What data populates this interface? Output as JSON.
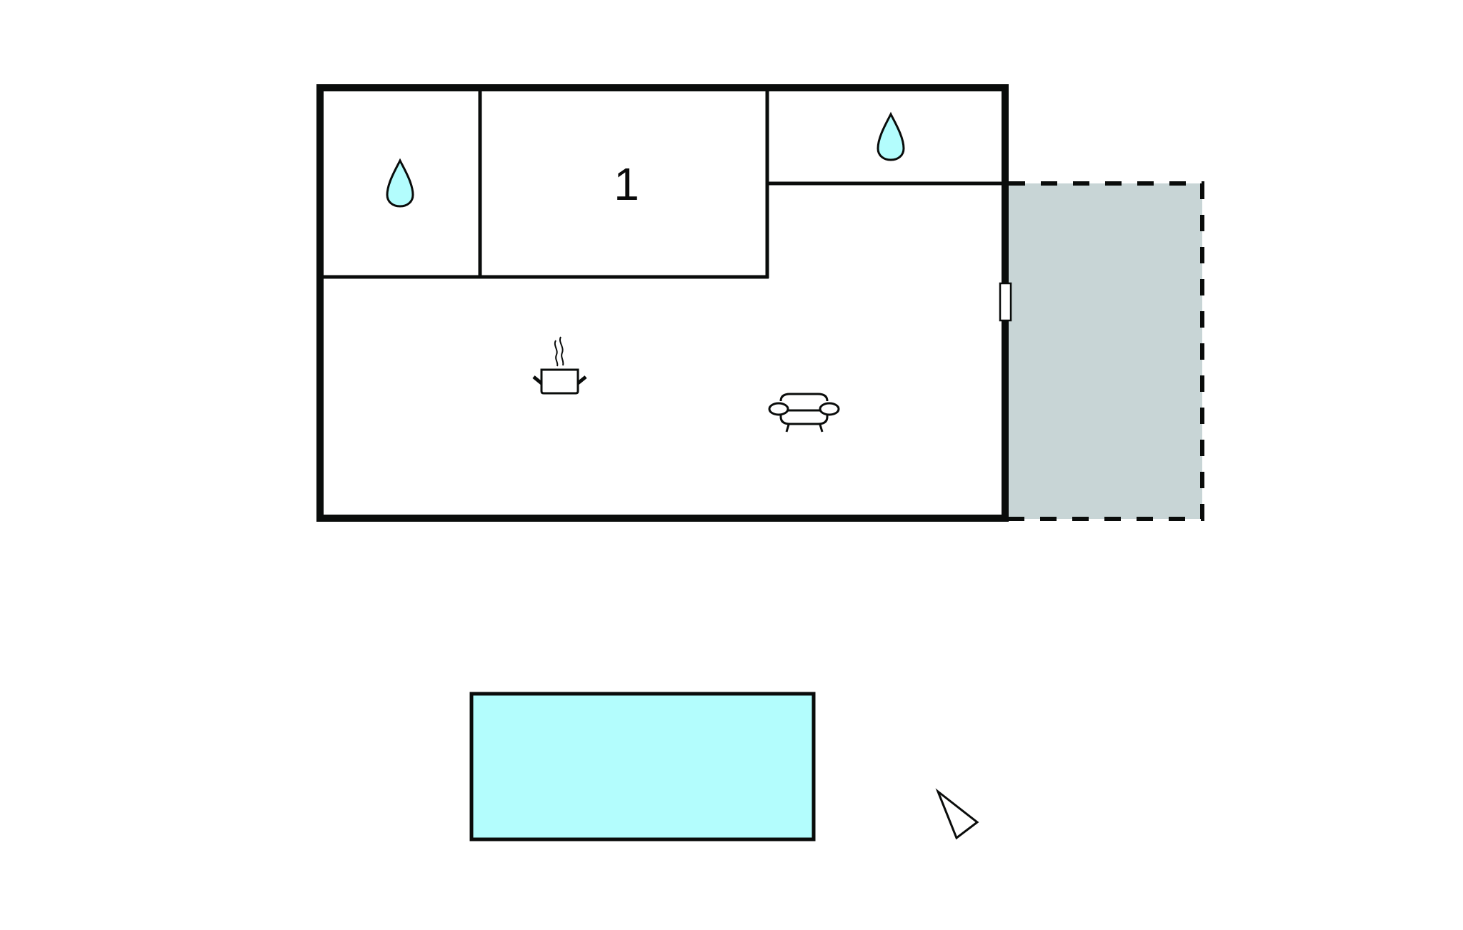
{
  "diagram": {
    "type": "floor-plan",
    "colors": {
      "wall": "#0a0c0b",
      "background": "#ffffff",
      "water": "#b3fdfd",
      "terrace": "#c8d5d6"
    },
    "rooms": [
      {
        "id": "bathroom-1",
        "icon": "water-drop-icon"
      },
      {
        "id": "bedroom-1",
        "label": "1"
      },
      {
        "id": "bathroom-2",
        "icon": "water-drop-icon"
      },
      {
        "id": "living-kitchen",
        "icons": [
          "cooking-pot-icon",
          "sofa-icon"
        ]
      }
    ],
    "outdoor": [
      {
        "id": "terrace",
        "style": "dashed"
      },
      {
        "id": "swimming-pool"
      }
    ],
    "compass": {
      "icon": "north-arrow-icon"
    },
    "door": {
      "id": "terrace-door"
    }
  }
}
